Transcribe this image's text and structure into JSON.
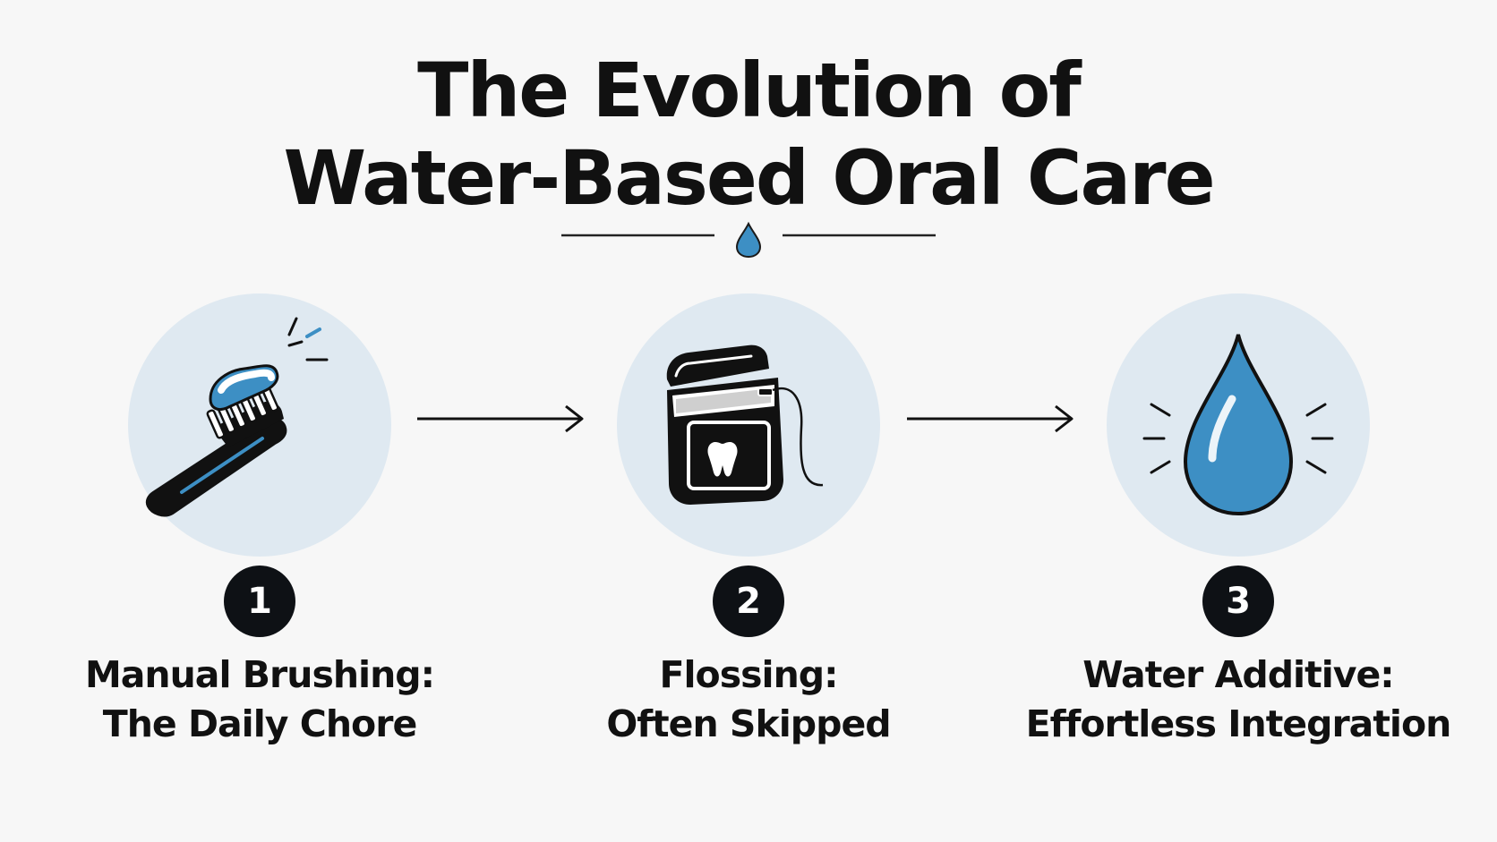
{
  "title": {
    "line1": "The Evolution of",
    "line2": "Water-Based Oral Care"
  },
  "steps": [
    {
      "number": "1",
      "label_line1": "Manual Brushing:",
      "label_line2": "The Daily Chore",
      "icon": "toothbrush-icon"
    },
    {
      "number": "2",
      "label_line1": "Flossing:",
      "label_line2": "Often Skipped",
      "icon": "floss-container-icon"
    },
    {
      "number": "3",
      "label_line1": "Water Additive:",
      "label_line2": "Effortless Integration",
      "icon": "water-drop-icon"
    }
  ],
  "colors": {
    "background": "#f7f7f7",
    "circle": "#dfe9f1",
    "accent_blue": "#3d8fc4",
    "badge": "#0e1115",
    "text": "#111111"
  }
}
